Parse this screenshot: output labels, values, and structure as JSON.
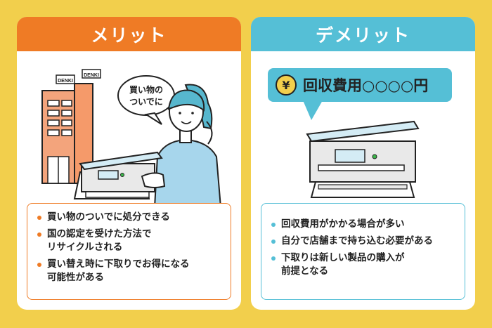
{
  "merit": {
    "title": "メリット",
    "bubble_text": "買い物の\nついでに",
    "building_sign": "DENKI",
    "points": [
      "買い物のついでに処分できる",
      "国の認定を受けた方法で\nリサイクルされる",
      "買い替え時に下取りでお得になる\n可能性がある"
    ]
  },
  "demerit": {
    "title": "デメリット",
    "price_symbol": "¥",
    "price_text": "回収費用○○○○円",
    "points": [
      "回収費用がかかる場合が多い",
      "自分で店舗まで持ち込む必要がある",
      "下取りは新しい製品の購入が\n前提となる"
    ]
  },
  "colors": {
    "background": "#f2cf4c",
    "merit_accent": "#ef7b25",
    "demerit_accent": "#55bfd6"
  }
}
